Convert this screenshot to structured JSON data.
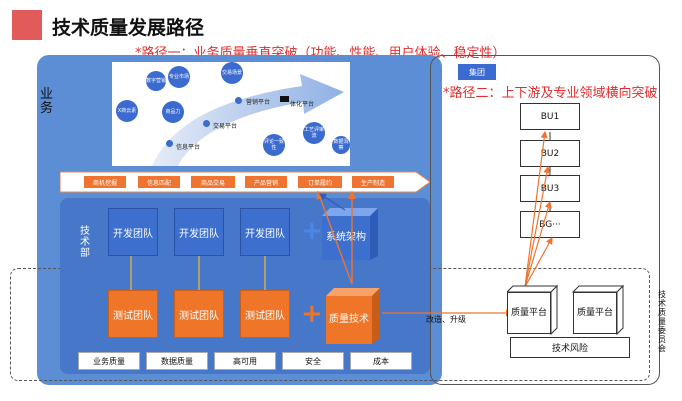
{
  "header": {
    "title": "技术质量发展路径"
  },
  "paths": {
    "path1": "*路径一：业务质量垂直突破（功能、性能、用户体验、稳定性）",
    "path2": "*路径二：上下游及专业领域横向突破"
  },
  "business": {
    "label": "业务"
  },
  "chart": {
    "circles": [
      "数字营销",
      "专业市场",
      "交易场景",
      "X商云素",
      "商品力",
      "评论一致性",
      "工艺评审流",
      "数据洞察"
    ],
    "labels": [
      "营销平台",
      "体化平台",
      "交易平台",
      "信息平台"
    ]
  },
  "stages": [
    "商机挖掘",
    "信息匹配",
    "商品交易",
    "产品营销",
    "订单履约",
    "生产制造"
  ],
  "tech": {
    "label": "技术部",
    "dev_team": "开发团队",
    "test_team": "测试团队",
    "system_arch": "系统架构",
    "quality_tech": "质量技术",
    "quality_items": [
      "业务质量",
      "数据质量",
      "高可用",
      "安全",
      "成本"
    ]
  },
  "group": {
    "label": "集团",
    "bus": [
      "BU1",
      "BU2",
      "BU3",
      "BG···"
    ],
    "platform": "质量平台",
    "tech_risk": "技术风险"
  },
  "upgrade_label": "改造、升级",
  "committee": "技术质量委员会",
  "colors": {
    "blue": "#5b8ed4",
    "orange": "#ee7430",
    "red": "#e12d2d"
  }
}
